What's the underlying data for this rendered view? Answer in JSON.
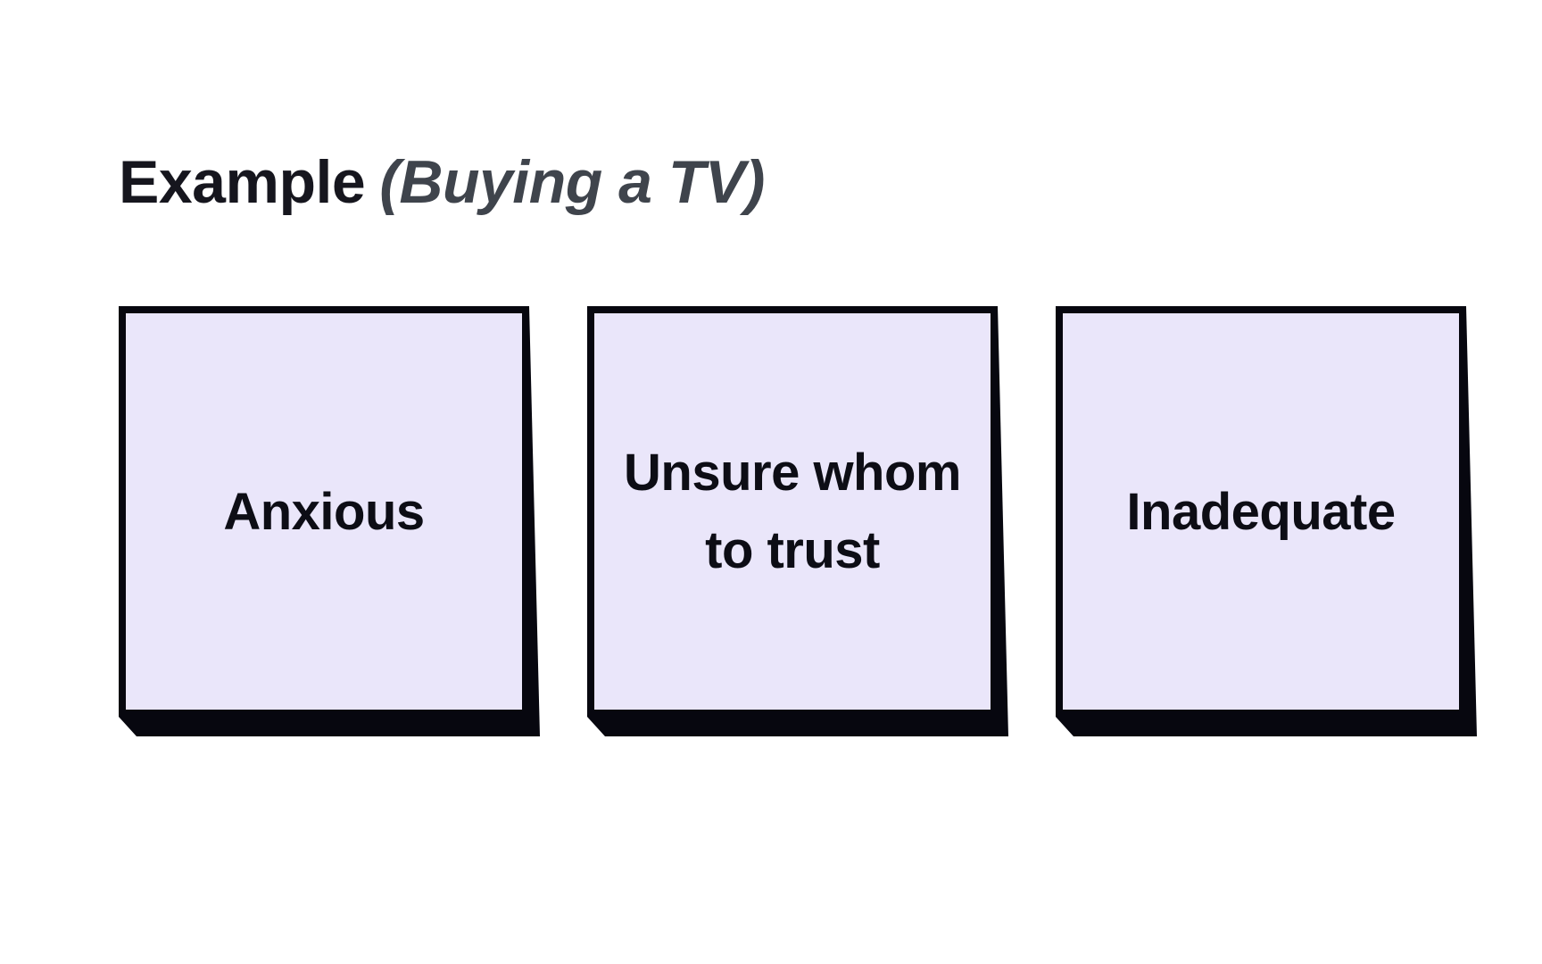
{
  "title": {
    "main": "Example",
    "annotation": "(Buying a TV)"
  },
  "cards": [
    {
      "label": "Anxious"
    },
    {
      "label": "Unsure whom to trust"
    },
    {
      "label": "Inadequate"
    }
  ],
  "colors": {
    "ink": "#07070F",
    "card_fill": "#EAE6FA",
    "title_color": "#16161E",
    "annotation_color": "#3F444C",
    "card_text": "#0D0D15",
    "page_bg": "#FFFFFF"
  }
}
